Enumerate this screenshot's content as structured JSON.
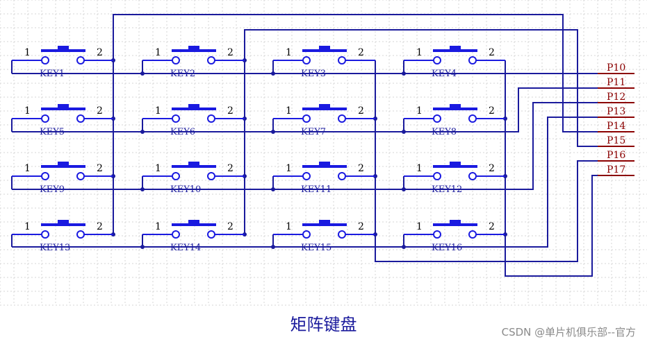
{
  "caption": "矩阵键盘",
  "watermark": "CSDN @单片机俱乐部--官方",
  "pin_labels": {
    "left": "1",
    "right": "2"
  },
  "keys": [
    [
      "KEY1",
      "KEY2",
      "KEY3",
      "KEY4"
    ],
    [
      "KEY5",
      "KEY6",
      "KEY7",
      "KEY8"
    ],
    [
      "KEY9",
      "KEY10",
      "KEY11",
      "KEY12"
    ],
    [
      "KEY13",
      "KEY14",
      "KEY15",
      "KEY16"
    ]
  ],
  "ports": [
    "P10",
    "P11",
    "P12",
    "P13",
    "P14",
    "P15",
    "P16",
    "P17"
  ],
  "colors": {
    "wire": "#1a1a9c",
    "button": "#1a1ae0",
    "port": "#8b0000",
    "pin": "#000000"
  }
}
